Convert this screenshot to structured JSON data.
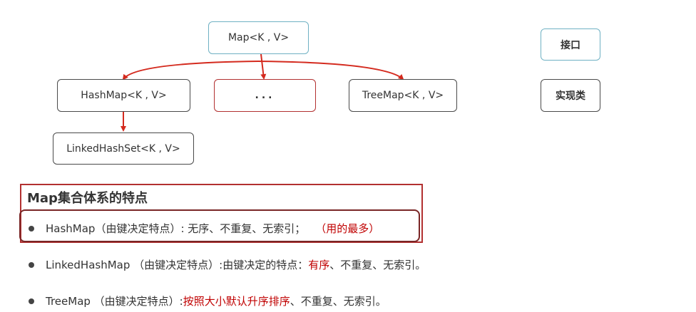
{
  "diagram": {
    "map_node": "Map<K , V>",
    "hashmap_node": "HashMap<K , V>",
    "ellipsis_node": "...",
    "treemap_node": "TreeMap<K , V>",
    "linkedhashset_node": "LinkedHashSet<K , V>",
    "colors": {
      "interface_border": "#6fb1c3",
      "impl_border": "#4a4a4a",
      "arrow": "#d42a1e",
      "highlight": "#b23030"
    }
  },
  "legend": {
    "interface_label": "接口",
    "impl_label": "实现类"
  },
  "section": {
    "title": "Map集合体系的特点",
    "items": [
      {
        "text": "HashMap（由键决定特点）: 无序、不重复、无索引；",
        "highlight": "（用的最多）"
      },
      {
        "text": "LinkedHashMap （由键决定特点）:由键决定的特点：",
        "highlight": "有序",
        "tail": "、不重复、无索引。"
      },
      {
        "text": "TreeMap （由键决定特点）:",
        "highlight": "按照大小默认升序排序",
        "tail": "、不重复、无索引。"
      }
    ]
  }
}
